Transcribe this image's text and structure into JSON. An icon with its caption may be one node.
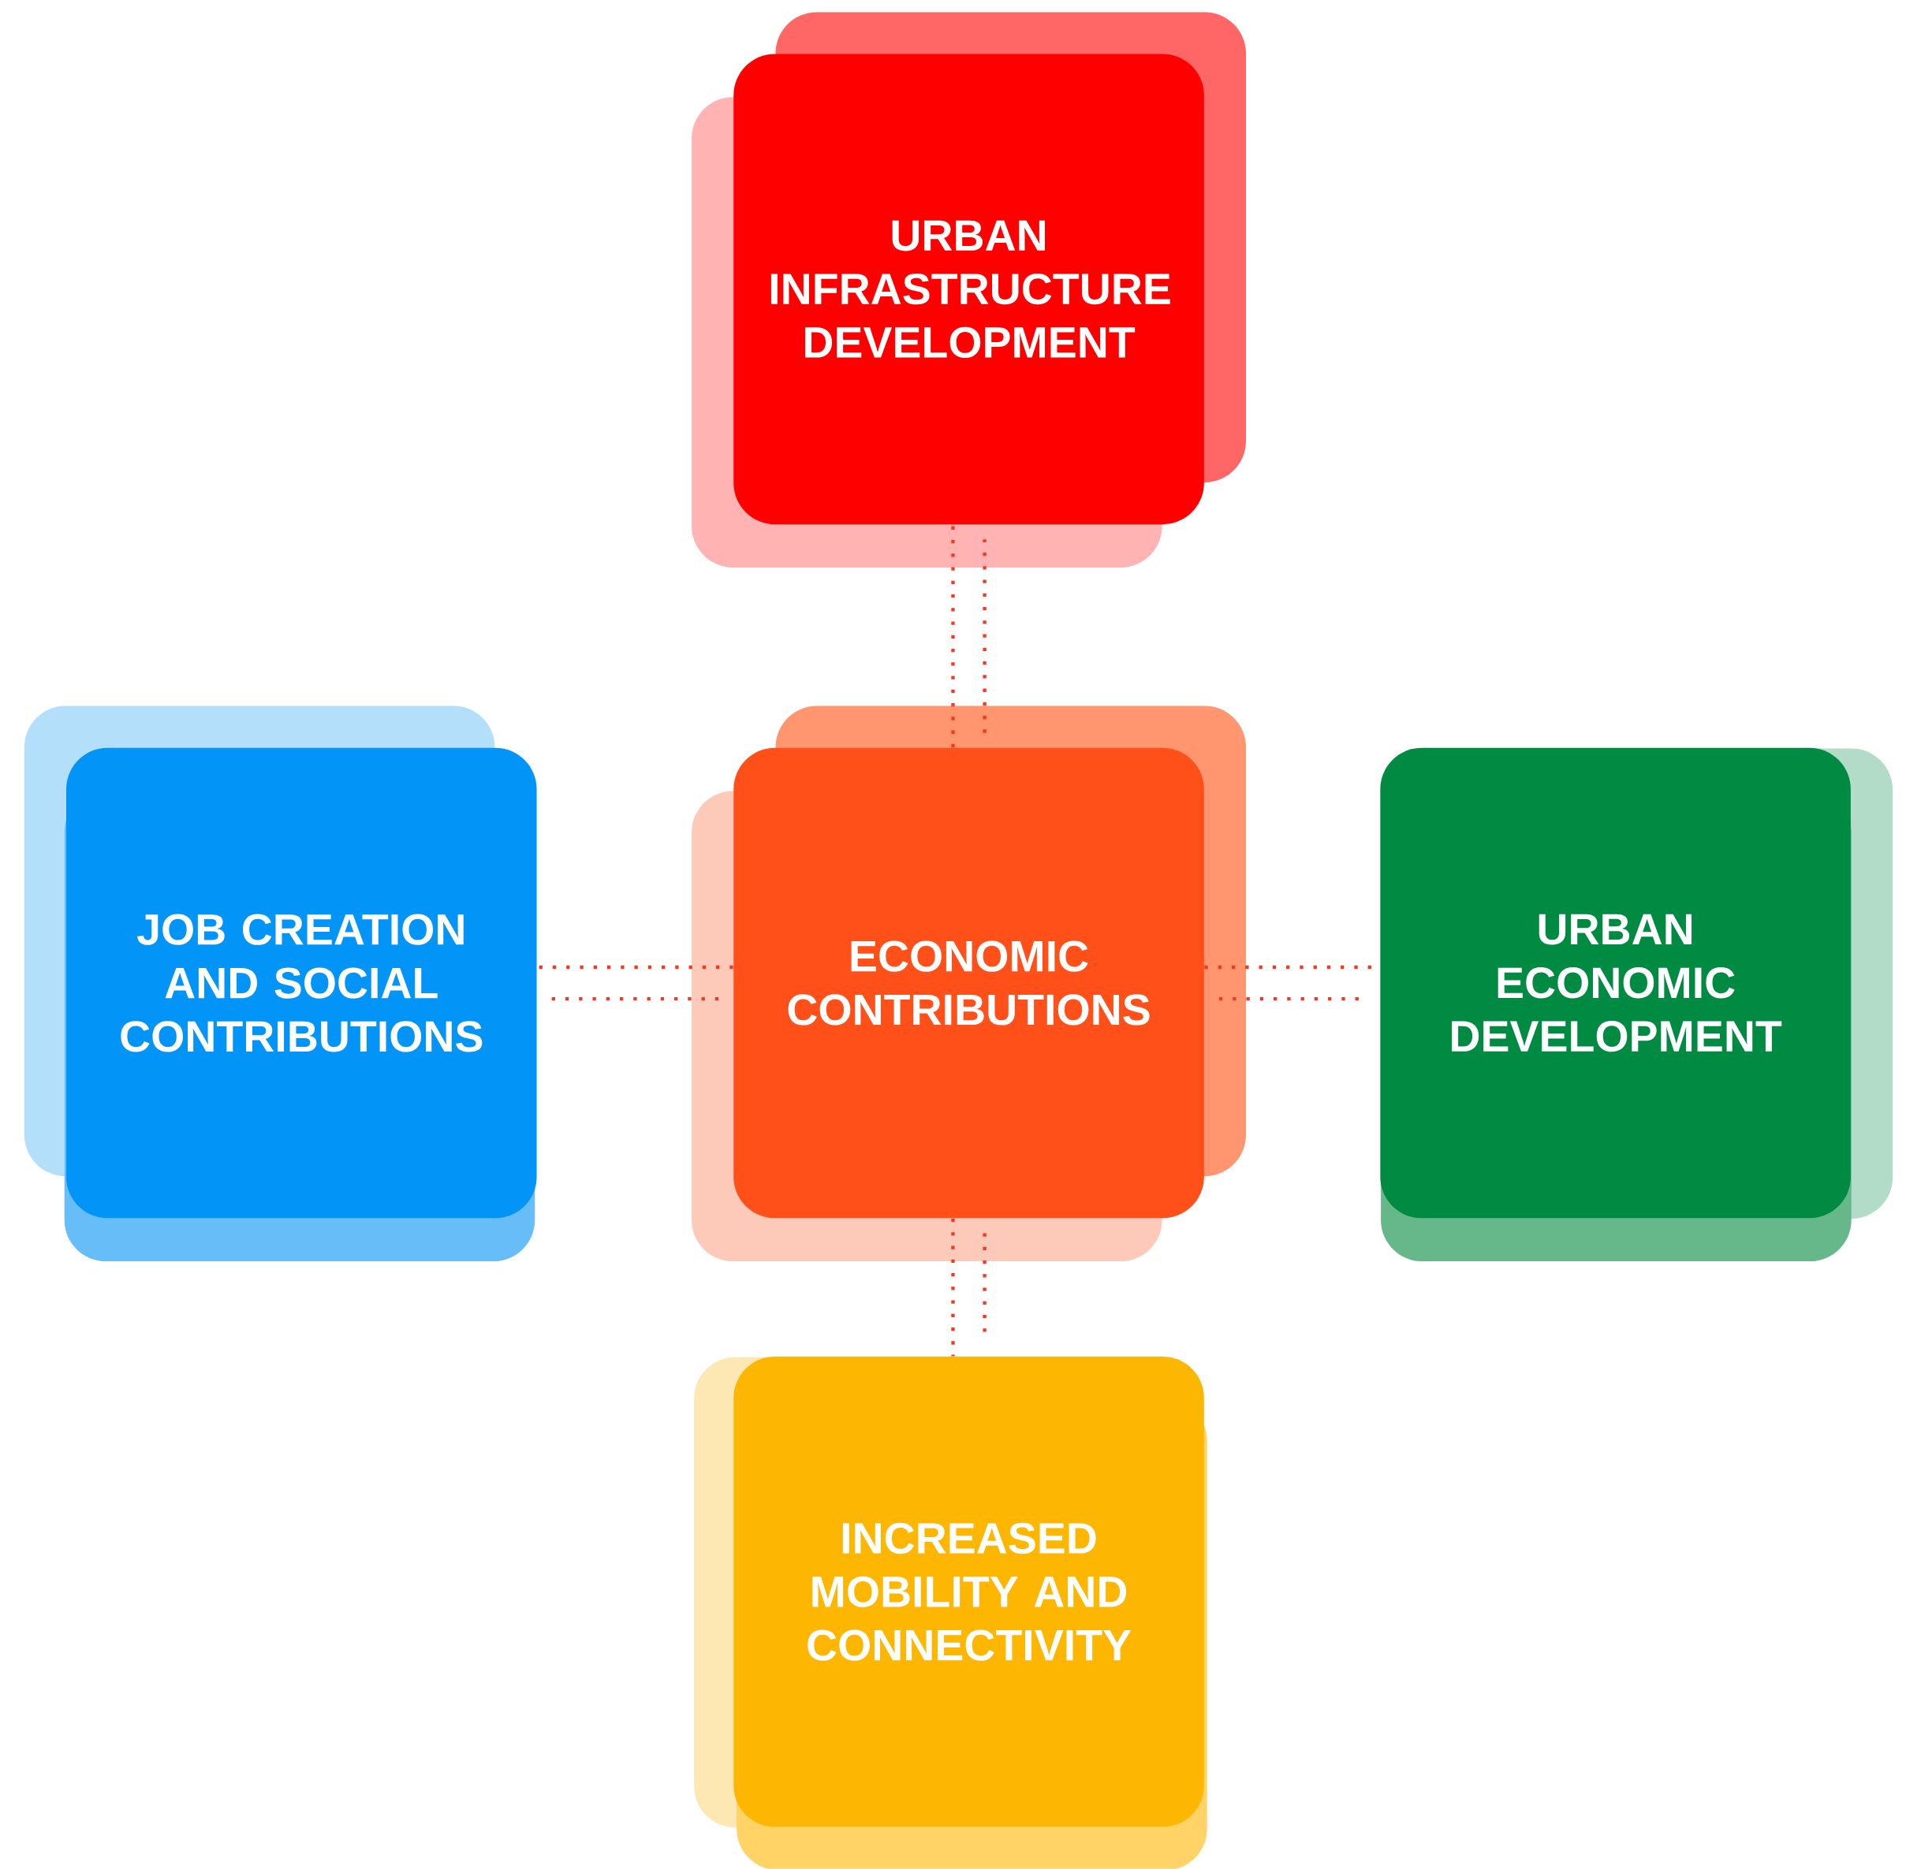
{
  "diagram": {
    "nodes": [
      {
        "text": [
          "URBAN INFRASTRUCTURE DEVELOPMENT"
        ]
      },
      {
        "text": [
          "JOB CREATION AND SOCIAL CONTRIBUTIONS"
        ]
      },
      {
        "text": [
          "ECONOMIC CONTRIBUTIONS"
        ]
      },
      {
        "text": [
          "URBAN ECONOMIC DEVELOPMENT"
        ]
      },
      {
        "text": [
          "INCREASED MOBILITY AND CONNECTIVITY"
        ]
      }
    ],
    "edges": [
      {
        "from": 2,
        "to": 0,
        "arrow": "none"
      },
      {
        "from": 2,
        "to": 1,
        "arrow": "none"
      },
      {
        "from": 2,
        "to": 3,
        "arrow": "none"
      },
      {
        "from": 2,
        "to": 4,
        "arrow": "none"
      }
    ]
  }
}
